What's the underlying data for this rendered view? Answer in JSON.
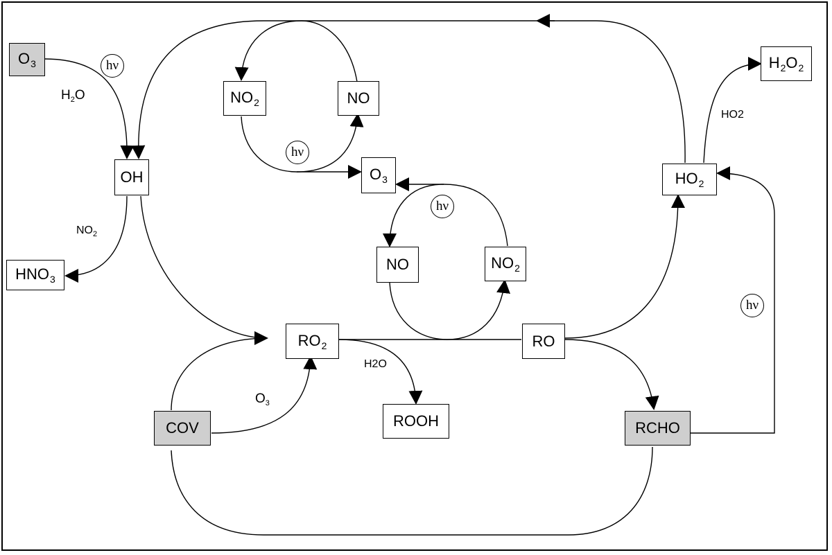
{
  "nodes": [
    {
      "id": "n-o3-source",
      "base": "O",
      "sub": "3",
      "gray": true
    },
    {
      "id": "n-no2-top",
      "base": "NO",
      "sub": "2",
      "gray": false
    },
    {
      "id": "n-no-top",
      "base": "NO",
      "sub": "",
      "gray": false
    },
    {
      "id": "n-h2o2",
      "base": "H",
      "sub": "2",
      "base2": "O",
      "sub2": "2",
      "gray": false
    },
    {
      "id": "n-oh",
      "base": "OH",
      "sub": "",
      "gray": false
    },
    {
      "id": "n-o3-center",
      "base": "O",
      "sub": "3",
      "gray": false
    },
    {
      "id": "n-ho2",
      "base": "HO",
      "sub": "2",
      "gray": false
    },
    {
      "id": "n-hno3",
      "base": "HNO",
      "sub": "3",
      "gray": false
    },
    {
      "id": "n-no-mid",
      "base": "NO",
      "sub": "",
      "gray": false
    },
    {
      "id": "n-no2-mid",
      "base": "NO",
      "sub": "2",
      "gray": false
    },
    {
      "id": "n-ro2",
      "base": "RO",
      "sub": "2",
      "gray": false
    },
    {
      "id": "n-ro",
      "base": "RO",
      "sub": "",
      "gray": false
    },
    {
      "id": "n-rooh",
      "base": "ROOH",
      "sub": "",
      "gray": false
    },
    {
      "id": "n-cov",
      "base": "COV",
      "sub": "",
      "gray": true
    },
    {
      "id": "n-rcho",
      "base": "RCHO",
      "sub": "",
      "gray": true
    }
  ],
  "labels": [
    {
      "id": "l-h2o-left",
      "base": "H",
      "sub": "2",
      "base2": "O"
    },
    {
      "id": "l-no2-left",
      "base": "NO",
      "sub": "2",
      "base2": ""
    },
    {
      "id": "l-ho2-right",
      "base": "HO2",
      "sub": "",
      "base2": ""
    },
    {
      "id": "l-h2o-rooh",
      "base": "H2O",
      "sub": "",
      "base2": ""
    },
    {
      "id": "l-o3-cov",
      "base": "O",
      "sub": "3",
      "base2": ""
    }
  ],
  "photolysis_symbol": "hν",
  "colors": {
    "source_fill": "#cfcfcf",
    "stroke": "#000000",
    "background": "#ffffff"
  }
}
